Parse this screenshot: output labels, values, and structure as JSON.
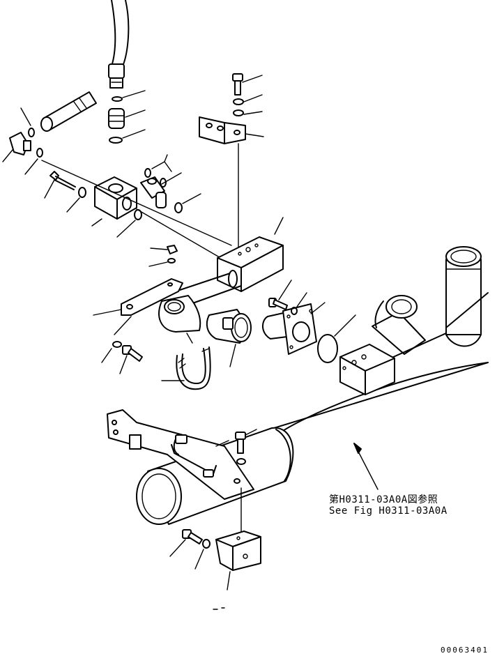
{
  "reference_note": {
    "line_jp": "第H0311-03A0A図参照",
    "line_en": "See Fig H0311-03A0A"
  },
  "drawing_id": "00063401"
}
